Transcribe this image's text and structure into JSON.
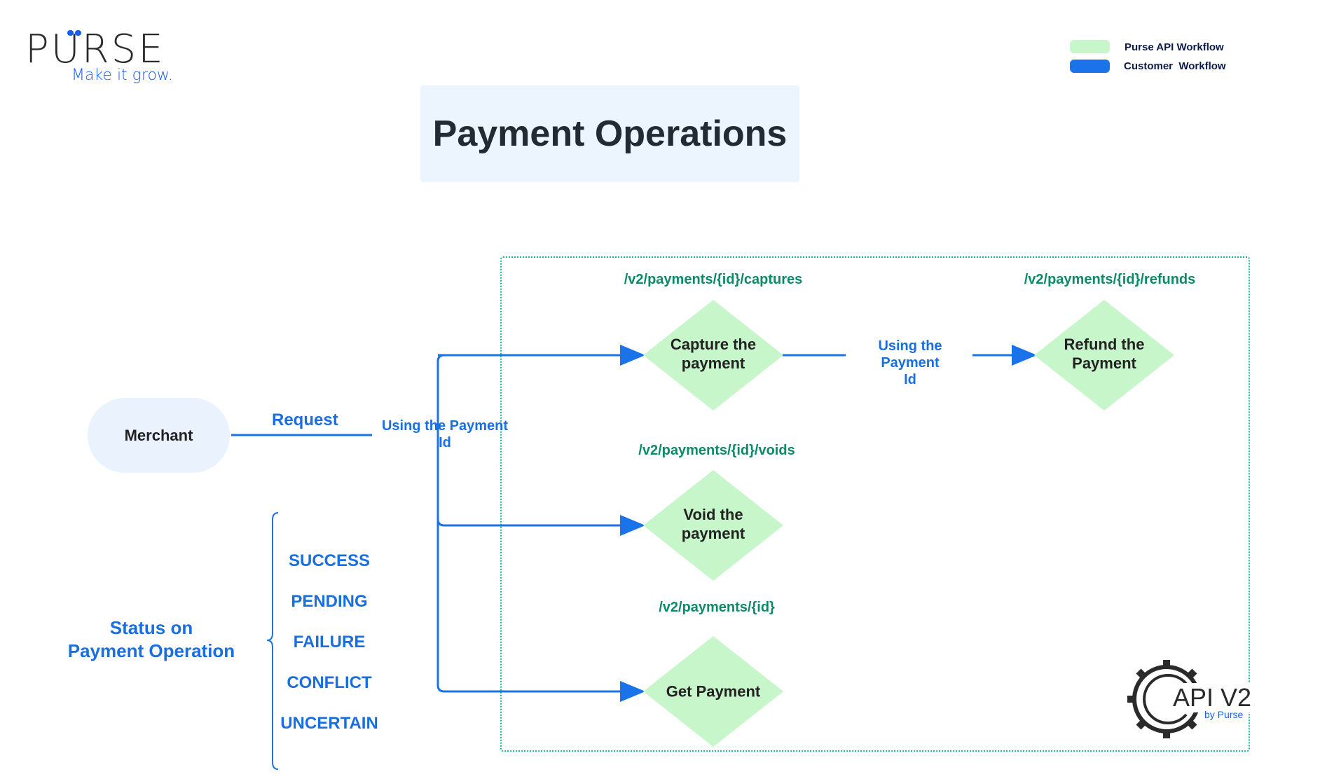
{
  "logo": {
    "wordmark": "PURSE",
    "tagline": "Make it grow."
  },
  "legend": [
    {
      "label": "Purse API Workflow",
      "color": "#c6f6c9"
    },
    {
      "label": "Customer  Workflow",
      "color": "#1a73e8"
    }
  ],
  "title": "Payment Operations",
  "merchant": "Merchant",
  "request_label": "Request",
  "using_id_1": [
    "Using the Payment",
    "Id"
  ],
  "using_id_2": [
    "Using the Payment",
    "Id"
  ],
  "operations": [
    {
      "endpoint": "/v2/payments/{id}/captures",
      "label": [
        "Capture the",
        "payment"
      ]
    },
    {
      "endpoint": "/v2/payments/{id}/refunds",
      "label": [
        "Refund the",
        "Payment"
      ]
    },
    {
      "endpoint": "/v2/payments/{id}/voids",
      "label": [
        "Void the",
        "payment"
      ]
    },
    {
      "endpoint": "/v2/payments/{id}",
      "label": [
        "Get Payment"
      ]
    }
  ],
  "status_title": [
    "Status on",
    "Payment Operation"
  ],
  "statuses": [
    "SUCCESS",
    "PENDING",
    "FAILURE",
    "CONFLICT",
    "UNCERTAIN"
  ],
  "api_logo": {
    "title": "API V2",
    "subtitle": "by Purse"
  },
  "colors": {
    "green": "#c6f6c9",
    "blue": "#1a73e8",
    "teal": "#0b8a6a"
  }
}
